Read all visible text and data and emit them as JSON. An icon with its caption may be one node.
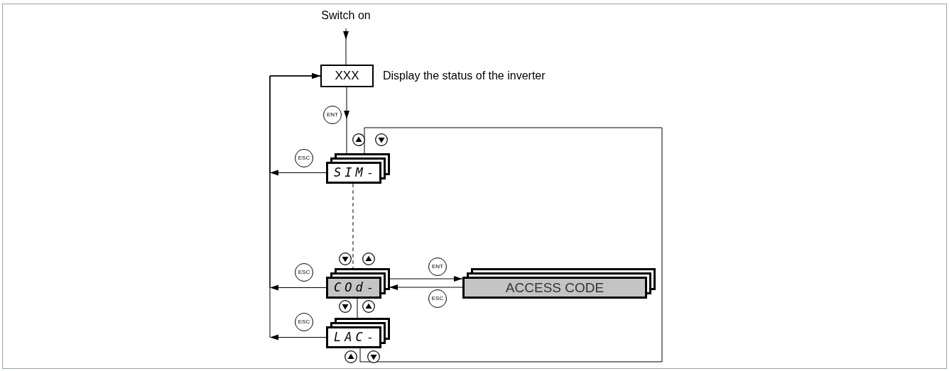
{
  "diagram": {
    "nodes": [
      {
        "text": [
          "Switch on"
        ]
      },
      {
        "text": [
          "XXX"
        ],
        "beside": [
          "Display the status of the inverter"
        ]
      },
      {
        "text": [
          "SIM-"
        ]
      },
      {
        "text": [
          "COd-"
        ]
      },
      {
        "text": [
          "ACCESS CODE"
        ]
      },
      {
        "text": [
          "LAC-"
        ]
      }
    ],
    "edges": [
      {
        "from": 0,
        "to": 1,
        "arrow": "to"
      },
      {
        "from": 1,
        "to": 2,
        "arrow": "to",
        "label": "ENT"
      },
      {
        "from": 2,
        "to": 1,
        "arrow": "to",
        "label": "ESC"
      },
      {
        "from": 3,
        "to": 1,
        "arrow": "to",
        "label": "ESC"
      },
      {
        "from": 5,
        "to": 1,
        "arrow": "to",
        "label": "ESC"
      },
      {
        "from": 2,
        "to": 3,
        "arrow": "none",
        "style": "dashed"
      },
      {
        "from": 3,
        "to": 4,
        "arrow": "to",
        "label": "ENT"
      },
      {
        "from": 4,
        "to": 3,
        "arrow": "to",
        "label": "ESC"
      },
      {
        "from": 3,
        "to": 5,
        "arrow": "none"
      },
      {
        "from": 5,
        "to": 2,
        "arrow": "none"
      }
    ]
  }
}
